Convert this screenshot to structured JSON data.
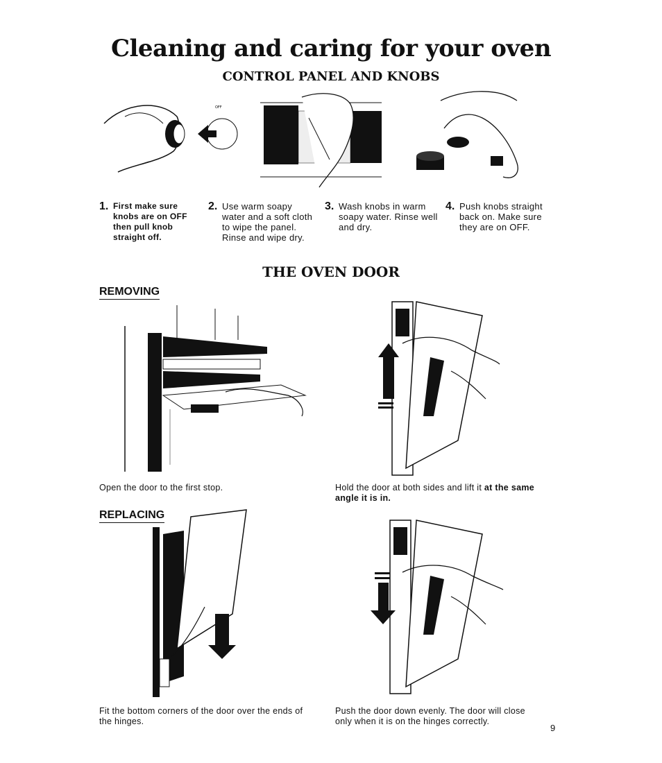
{
  "page": {
    "title": "Cleaning and caring for your oven",
    "control_section_title": "CONTROL PANEL AND KNOBS",
    "door_section_title": "THE OVEN DOOR",
    "page_number": "9"
  },
  "control_steps": [
    {
      "number": "1.",
      "text": "First make sure knobs are on OFF then pull knob straight off."
    },
    {
      "number": "2.",
      "text": "Use warm soapy water and a soft cloth to wipe the panel. Rinse and wipe dry."
    },
    {
      "number": "3.",
      "text": "Wash knobs in warm soapy water. Rinse well and dry."
    },
    {
      "number": "4.",
      "text": "Push knobs straight back on. Make sure they are on OFF."
    }
  ],
  "knob_labels": {
    "off": "OFF"
  },
  "removing": {
    "label": "REMOVING",
    "caption_left": "Open the door to the first stop.",
    "caption_right_plain": "Hold the door at both sides and lift it ",
    "caption_right_bold": "at the same angle it is in."
  },
  "replacing": {
    "label": "REPLACING",
    "caption_left": "Fit the bottom corners of the door over the ends of the hinges.",
    "caption_right": "Push the door down evenly. The door will close only when it is on the hinges correctly."
  }
}
